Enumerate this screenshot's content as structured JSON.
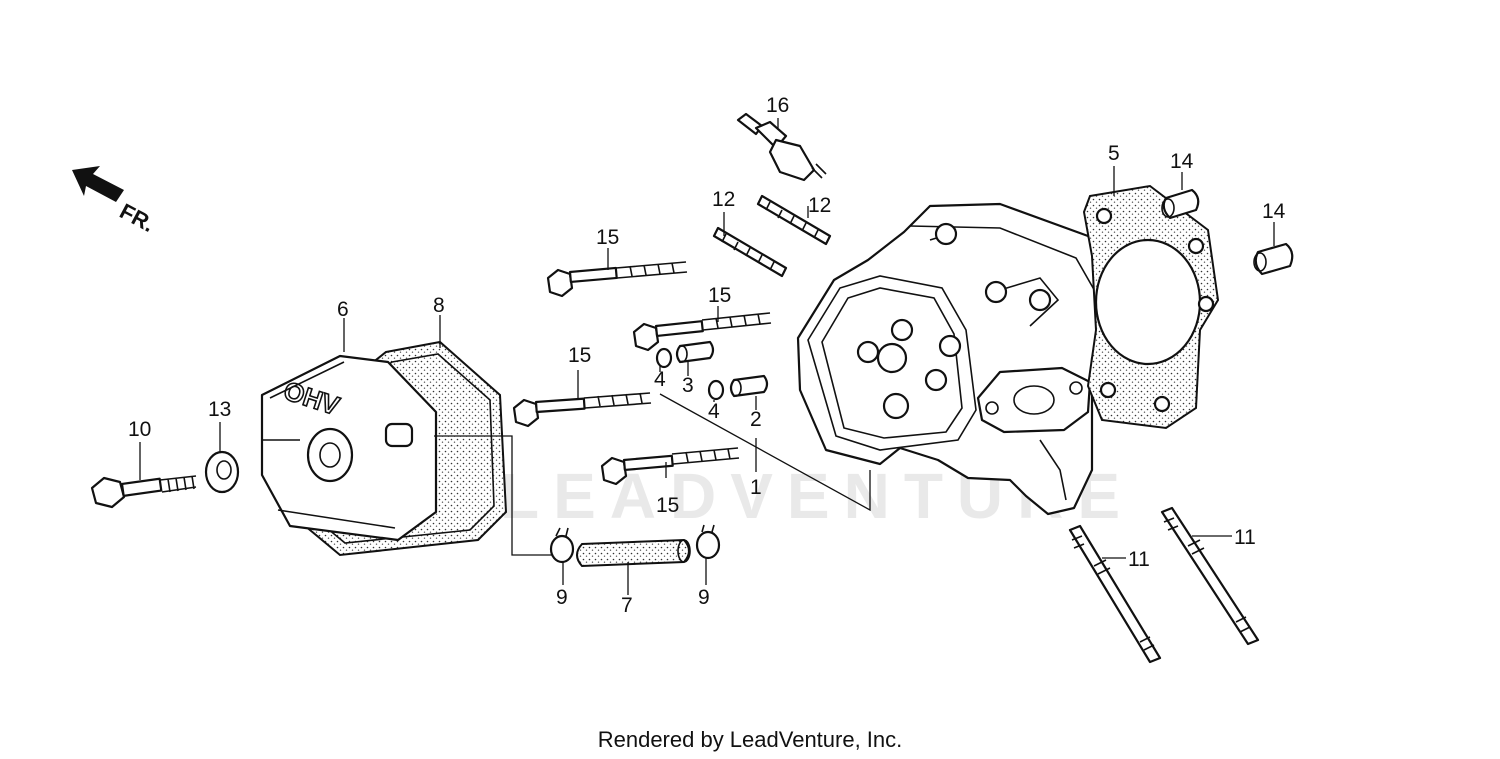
{
  "watermark": "LEADVENTURE",
  "direction_marker": {
    "label": "FR.",
    "icon": "front-direction-arrow-icon"
  },
  "callouts": {
    "c1": "1",
    "c2": "2",
    "c3": "3",
    "c4a": "4",
    "c4b": "4",
    "c5": "5",
    "c6": "6",
    "c7": "7",
    "c8": "8",
    "c9a": "9",
    "c9b": "9",
    "c10": "10",
    "c11a": "11",
    "c11b": "11",
    "c12a": "12",
    "c12b": "12",
    "c13": "13",
    "c14a": "14",
    "c14b": "14",
    "c15a": "15",
    "c15b": "15",
    "c15c": "15",
    "c15d": "15",
    "c16": "16"
  },
  "cover_lettering": "OHV",
  "credit": "Rendered by LeadVenture, Inc."
}
